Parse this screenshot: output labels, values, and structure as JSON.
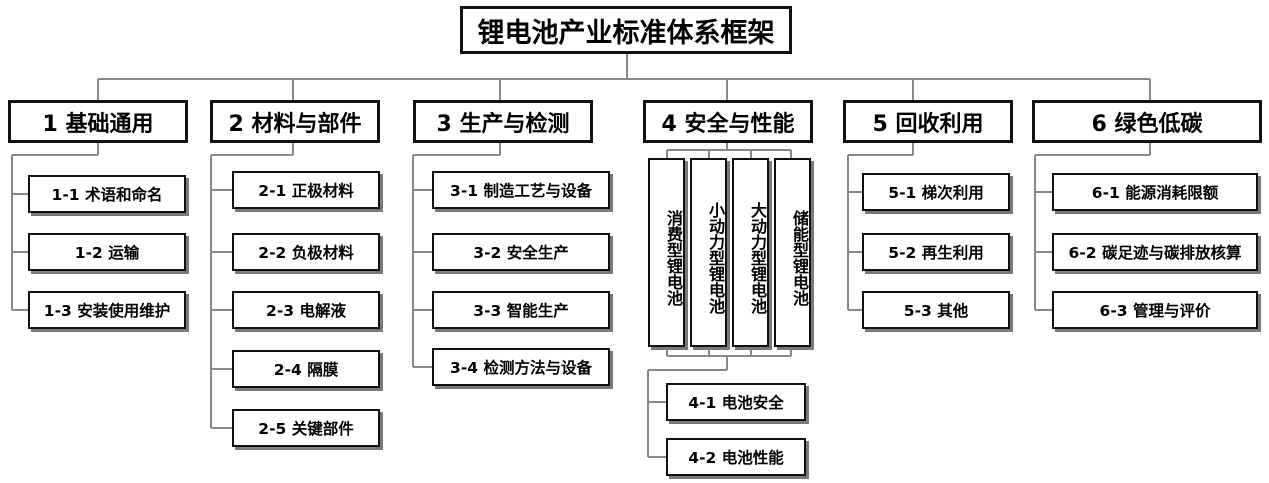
{
  "title": "锂电池产业标准体系框架",
  "categories": [
    {
      "label": "1 基础通用",
      "items": [
        "1-1 术语和命名",
        "1-2 运输",
        "1-3 安装使用维护"
      ]
    },
    {
      "label": "2 材料与部件",
      "items": [
        "2-1 正极材料",
        "2-2 负极材料",
        "2-3 电解液",
        "2-4 隔膜",
        "2-5 关键部件"
      ]
    },
    {
      "label": "3 生产与检测",
      "items": [
        "3-1 制造工艺与设备",
        "3-2 安全生产",
        "3-3 智能生产",
        "3-4 检测方法与设备"
      ]
    },
    {
      "label": "4 安全与性能",
      "battery_types": [
        "消费型锂电池",
        "小动力型锂电池",
        "大动力型锂电池",
        "储能型锂电池"
      ],
      "items": [
        "4-1 电池安全",
        "4-2 电池性能"
      ]
    },
    {
      "label": "5 回收利用",
      "items": [
        "5-1 梯次利用",
        "5-2 再生利用",
        "5-3 其他"
      ]
    },
    {
      "label": "6 绿色低碳",
      "items": [
        "6-1 能源消耗限额",
        "6-2 碳足迹与碳排放核算",
        "6-3 管理与评价"
      ]
    }
  ]
}
